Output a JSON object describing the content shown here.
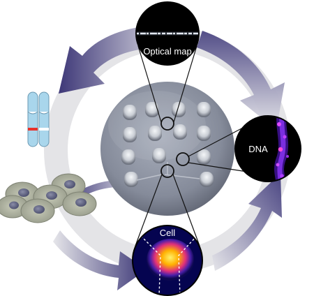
{
  "labels": {
    "optical_map": "Optical map",
    "dna": "DNA",
    "cell": "Cell"
  },
  "colors": {
    "background": "#ffffff",
    "ring": "#e3e3e5",
    "arrow_light": "#d8d8de",
    "arrow_dark": "#4f4a86",
    "chip": "#8d93a2",
    "chromosome": "#a9d6ec",
    "chromosome_band": "#e8322b",
    "cell_fill": "#b5b8a6",
    "nucleus": "#6b6e8a",
    "callout_bg": "#000000",
    "dna_signal": "#6a23c8",
    "cell_hot": "#ffd200"
  }
}
